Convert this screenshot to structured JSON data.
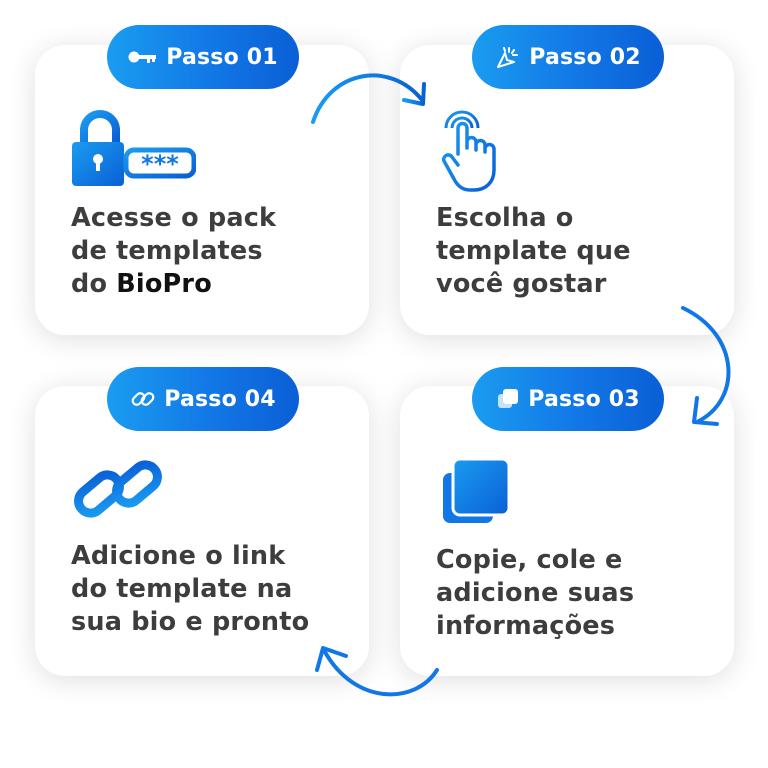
{
  "colors": {
    "accent_light": "#1a9cf0",
    "accent": "#1277e6",
    "accent_dark": "#0a5fd6",
    "text": "#3d3d3d"
  },
  "steps": [
    {
      "badge": "Passo 01",
      "badge_icon": "key-icon",
      "icon": "padlock-password-icon",
      "text_lines": [
        "Acesse o pack",
        "de templates"
      ],
      "text_prefix": "do ",
      "text_bold": "BioPro"
    },
    {
      "badge": "Passo 02",
      "badge_icon": "cursor-click-icon",
      "icon": "hand-tap-icon",
      "text_lines": [
        "Escolha o",
        "template que",
        "você gostar"
      ]
    },
    {
      "badge": "Passo 03",
      "badge_icon": "copy-icon",
      "icon": "copy-icon",
      "text_lines": [
        "Copie, cole e",
        "adicione suas",
        "informações"
      ]
    },
    {
      "badge": "Passo 04",
      "badge_icon": "link-icon",
      "icon": "chain-link-icon",
      "text_lines": [
        "Adicione o link",
        "do template na",
        "sua bio e pronto"
      ]
    }
  ]
}
